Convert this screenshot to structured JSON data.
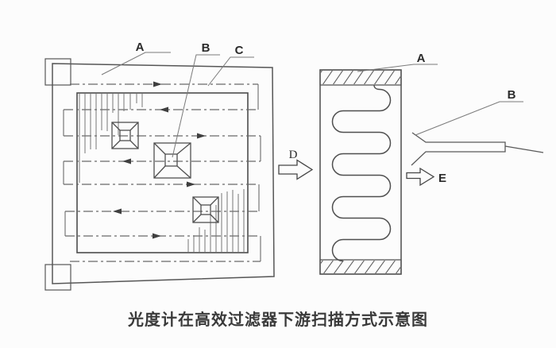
{
  "figure": {
    "caption": "光度计在高效过滤器下游扫描方式示意图",
    "front_view": {
      "label_a": "A",
      "label_b": "B",
      "label_c": "C"
    },
    "side_view": {
      "label_a": "A",
      "label_b": "B",
      "airflow_in_label": "D",
      "airflow_out_label": "E"
    },
    "colors": {
      "line": "#636363",
      "frame": "#4c4c4c",
      "arrow_fill": "#3f3f3f",
      "text": "#2b2b2b",
      "caption_text": "#3a3a3a",
      "background": "#fcfcfc"
    }
  }
}
